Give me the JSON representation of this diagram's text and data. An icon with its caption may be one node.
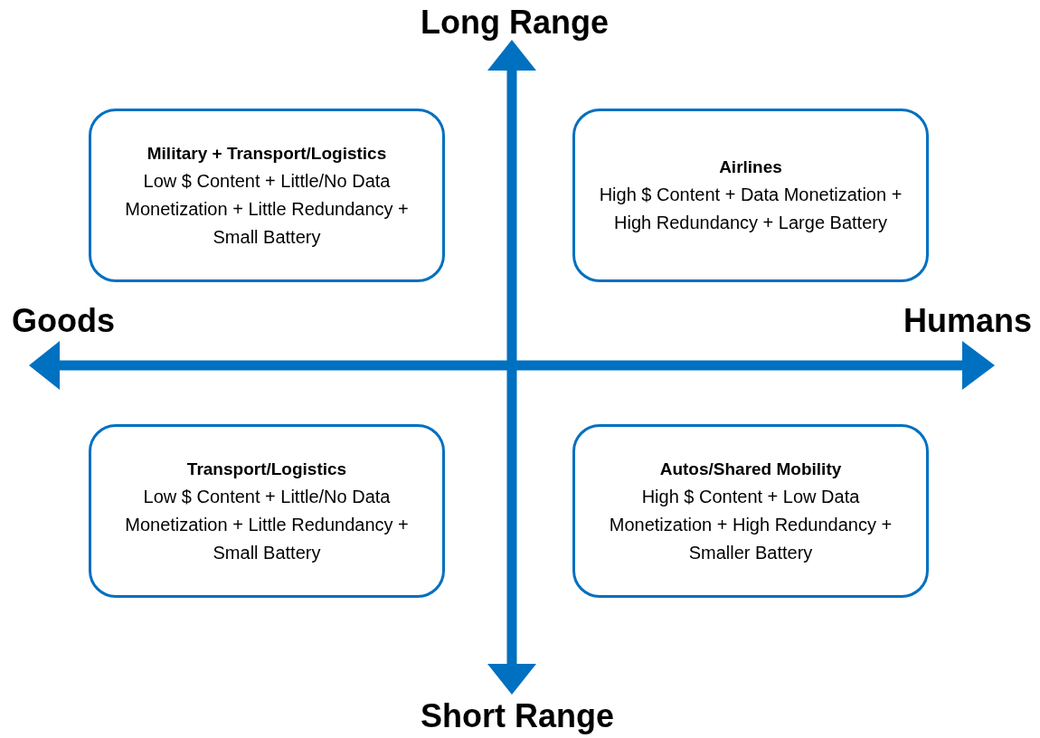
{
  "diagram": {
    "nodes": [
      {
        "text": [
          "Military + Transport/Logistics",
          "Low $ Content + Little/No Data Monetization + Little Redundancy + Small Battery"
        ]
      },
      {
        "text": [
          "Airlines",
          "High $ Content + Data Monetization + High Redundancy + Large Battery"
        ]
      },
      {
        "text": [
          "Transport/Logistics",
          "Low $ Content + Little/No Data Monetization + Little Redundancy + Small Battery"
        ]
      },
      {
        "text": [
          "Autos/Shared Mobility",
          "High $ Content + Low Data Monetization + High Redundancy + Smaller Battery"
        ]
      }
    ],
    "edges": [],
    "labels": [
      "Long Range",
      "Goods",
      "Humans",
      "Short Range"
    ]
  }
}
